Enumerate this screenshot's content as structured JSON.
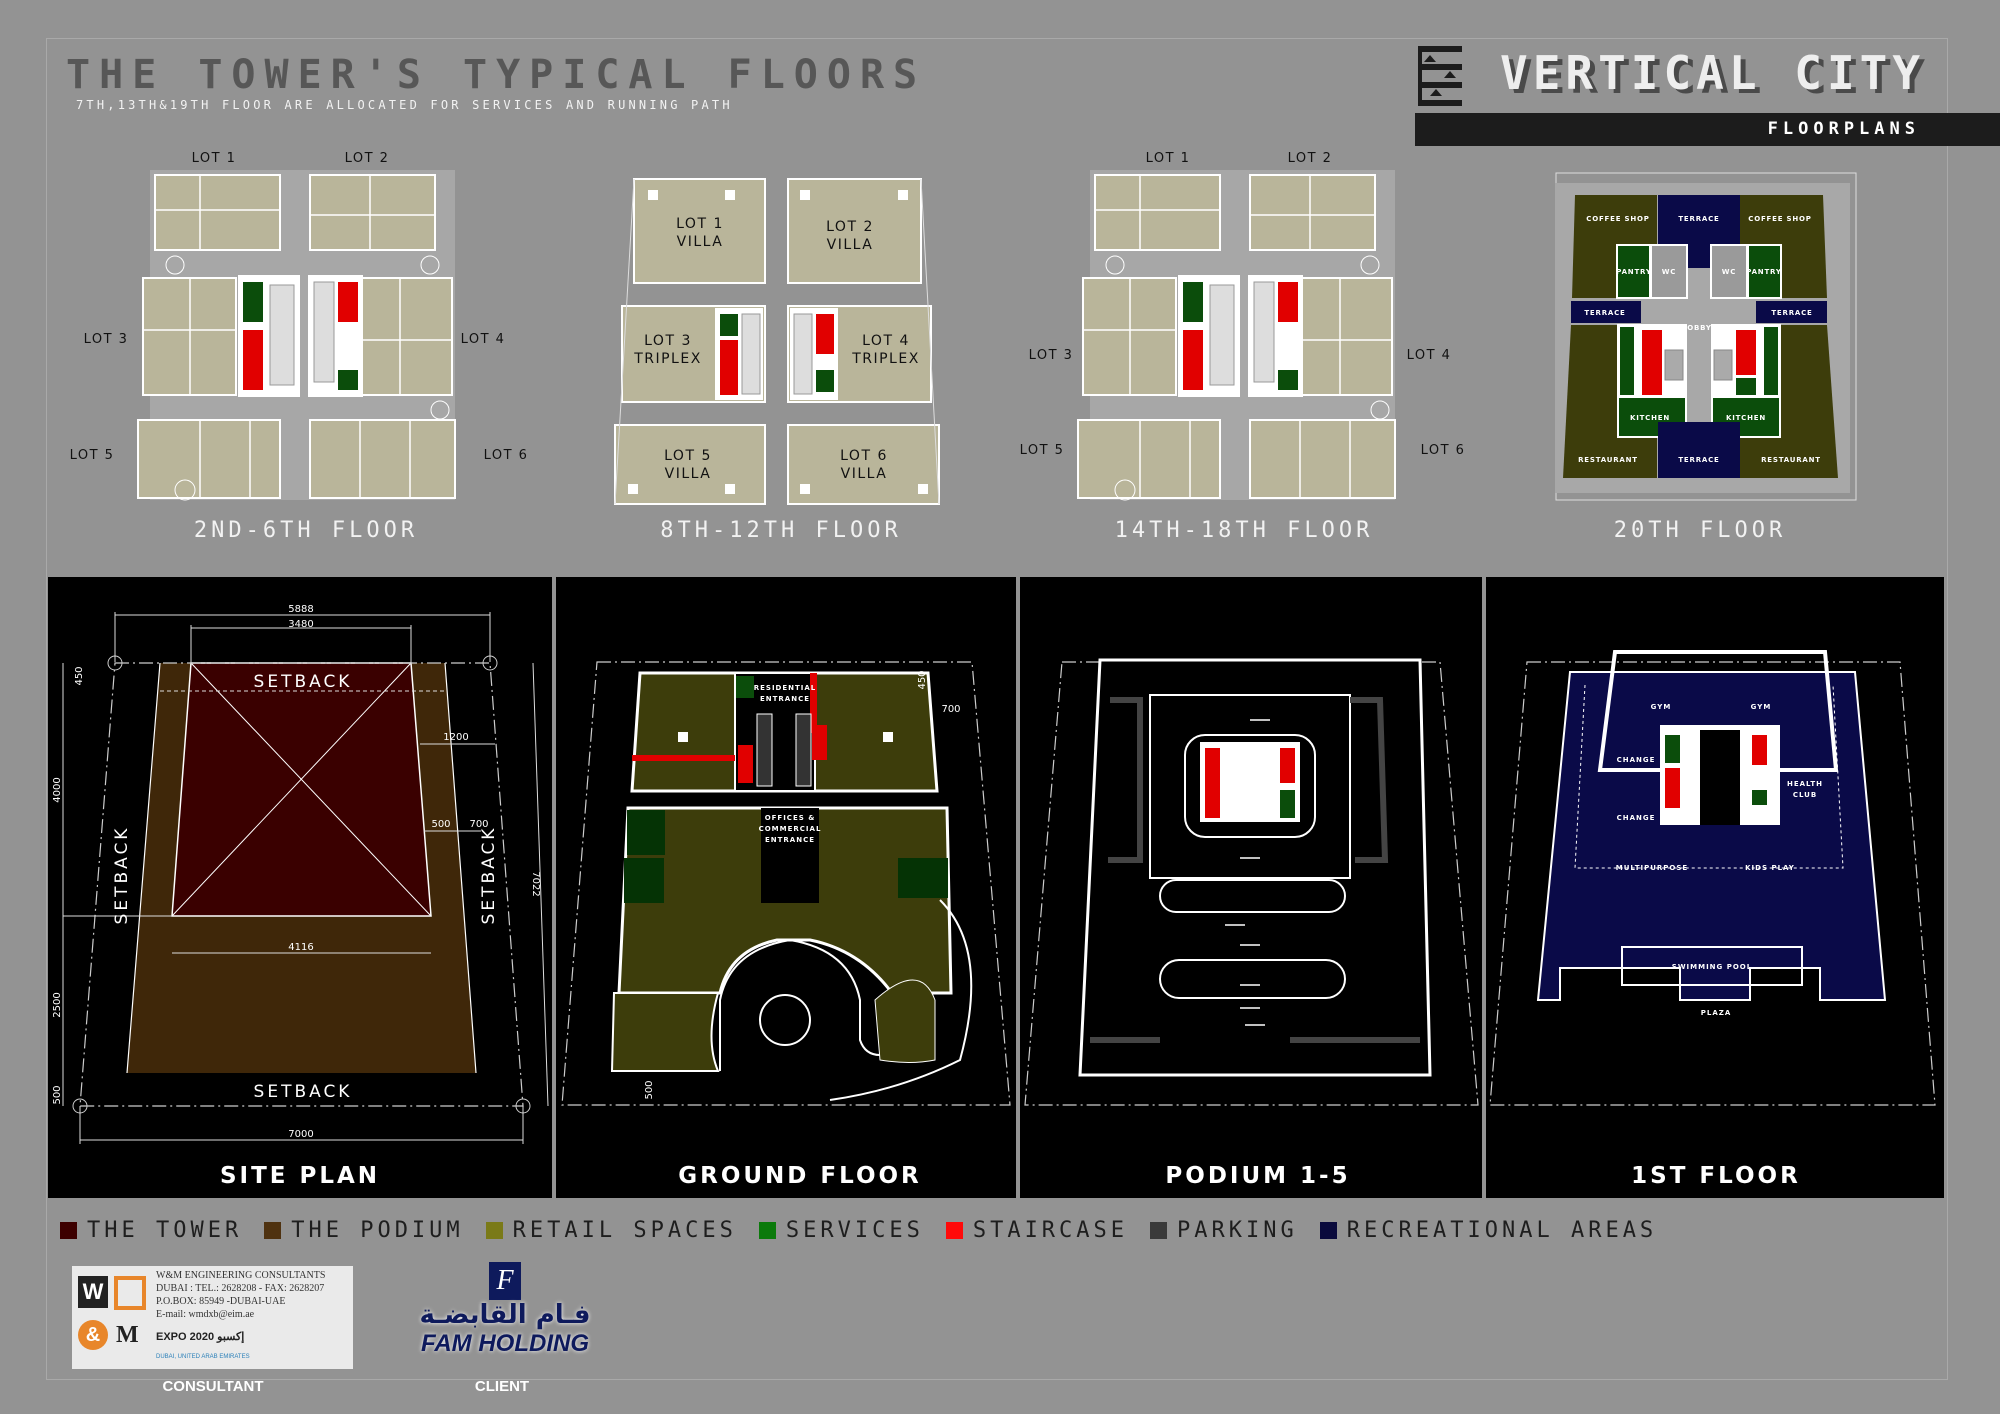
{
  "header": {
    "title": "THE TOWER'S TYPICAL FLOORS",
    "subtitle": "7TH,13TH&19TH FLOOR ARE ALLOCATED FOR SERVICES AND RUNNING PATH",
    "brand": "VERTICAL CITY",
    "section": "FLOORPLANS"
  },
  "typical_floors": [
    {
      "label": "2ND-6TH FLOOR",
      "lots": [
        "LOT 1",
        "LOT 2",
        "LOT 3",
        "LOT 4",
        "LOT 5",
        "LOT 6"
      ]
    },
    {
      "label": "8TH-12TH FLOOR",
      "lots": [
        {
          "name": "LOT 1",
          "type": "VILLA"
        },
        {
          "name": "LOT 2",
          "type": "VILLA"
        },
        {
          "name": "LOT 3",
          "type": "TRIPLEX"
        },
        {
          "name": "LOT 4",
          "type": "TRIPLEX"
        },
        {
          "name": "LOT 5",
          "type": "VILLA"
        },
        {
          "name": "LOT 6",
          "type": "VILLA"
        }
      ]
    },
    {
      "label": "14TH-18TH FLOOR",
      "lots": [
        "LOT 1",
        "LOT 2",
        "LOT 3",
        "LOT 4",
        "LOT 5",
        "LOT 6"
      ]
    },
    {
      "label": "20TH FLOOR",
      "rooms": {
        "coffee_shop": "COFFEE SHOP",
        "terrace": "TERRACE",
        "pantry": "PANTRY",
        "wc": "WC",
        "lobby": "LOBBY",
        "kitchen": "KITCHEN",
        "restaurant": "RESTAURANT"
      }
    }
  ],
  "plans": {
    "site": {
      "title": "SITE PLAN",
      "setback": "SETBACK",
      "dims": {
        "top_outer": "5888",
        "top_tower": "3480",
        "top_setback": "450",
        "height_upper": "4000",
        "side_1200": "1200",
        "side_500": "500",
        "side_700": "700",
        "diagonal": "7022",
        "tower_bottom": "4116",
        "height_lower": "2500",
        "bottom_setback": "500",
        "width": "7000"
      }
    },
    "ground": {
      "title": "GROUND FLOOR",
      "residential": [
        "RESIDENTIAL",
        "ENTRANCE"
      ],
      "offices": [
        "OFFICES &",
        "COMMERCIAL",
        "ENTRANCE"
      ],
      "dims": {
        "top": "450",
        "side": "700",
        "bottom": "500"
      }
    },
    "podium": {
      "title": "PODIUM 1-5"
    },
    "first": {
      "title": "1ST FLOOR",
      "rooms": {
        "gym": "GYM",
        "change": "CHANGE",
        "health": [
          "HEALTH",
          "CLUB"
        ],
        "multipurpose": "MULTIPURPOSE",
        "kids": "KIDS PLAY",
        "pool": "SWIMMING POOL",
        "plaza": "PLAZA"
      }
    }
  },
  "legend": [
    {
      "label": "THE TOWER",
      "color": "#3d0000"
    },
    {
      "label": "THE PODIUM",
      "color": "#4f3210"
    },
    {
      "label": "RETAIL SPACES",
      "color": "#7a7a18"
    },
    {
      "label": "SERVICES",
      "color": "#0b7a0b"
    },
    {
      "label": "STAIRCASE",
      "color": "#ff0a0a"
    },
    {
      "label": "PARKING",
      "color": "#3a3a3a"
    },
    {
      "label": "RECREATIONAL AREAS",
      "color": "#0a0a3c"
    }
  ],
  "credits": {
    "consultant": {
      "label": "CONSULTANT",
      "lines": [
        "W&M ENGINEERING CONSULTANTS",
        "DUBAI : TEL.: 2628208 - FAX: 2628207",
        "P.O.BOX: 85949 -DUBAI-UAE",
        "E-mail: wmdxb@eim.ae"
      ],
      "expo": "EXPO 2020 إكسبو",
      "expo_sub": "DUBAI, UNITED ARAB EMIRATES",
      "mark_w": "W",
      "mark_amp": "&",
      "mark_m": "M"
    },
    "client": {
      "label": "CLIENT",
      "arabic": "فـام القابضـة",
      "name": "FAM HOLDING",
      "mark": "F"
    }
  }
}
